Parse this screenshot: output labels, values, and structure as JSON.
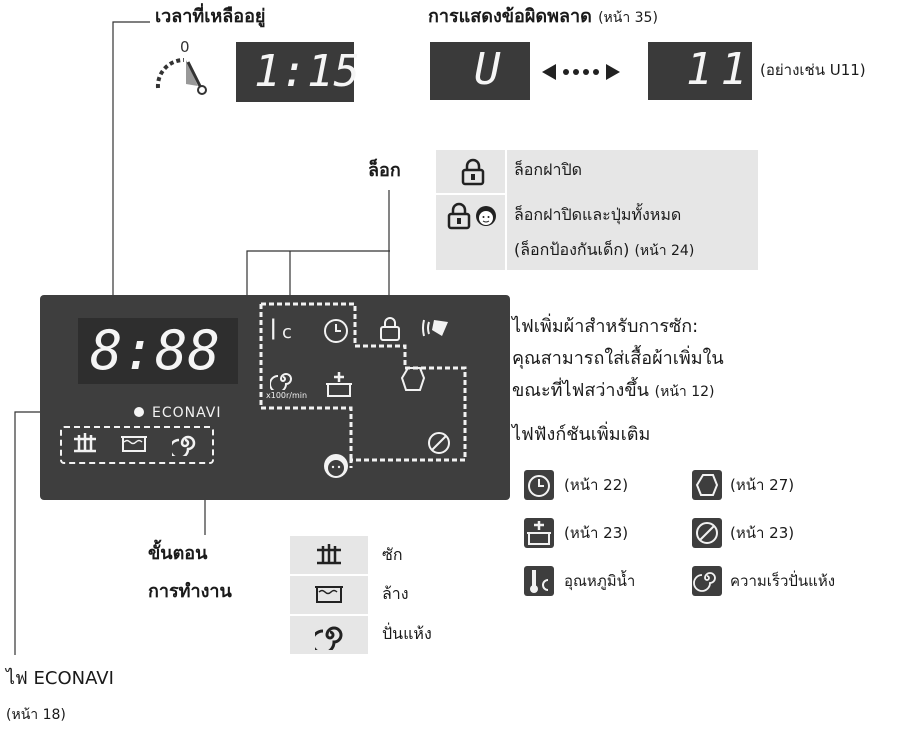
{
  "header": {
    "time_remaining_label": "เวลาที่เหลืออยู่",
    "time_value": "1:15",
    "dial_zero": "0",
    "error_label": "การแสดงข้อผิดพลาด",
    "error_page": "(หน้า 35)",
    "error_left": "U",
    "error_right": "11",
    "error_example": "(อย่างเช่น U11)"
  },
  "lock": {
    "title": "ล็อก",
    "row1": "ล็อกฝาปิด",
    "row2_line1": "ล็อกฝาปิดและปุ่มทั้งหมด",
    "row2_line2": "(ล็อกป้องกันเด็ก)",
    "row2_page": "(หน้า 24)"
  },
  "panel": {
    "display": "8:88",
    "econavi": "ECONAVI",
    "spin_unit": "x100r/min",
    "temp_unit": "c"
  },
  "add_laundry": {
    "line1": "ไฟเพิ่มผ้าสำหรับการซัก:",
    "line2": "คุณสามารถใส่เสื้อผ้าเพิ่มใน",
    "line3": "ขณะที่ไฟสว่างขึ้น",
    "page": "(หน้า 12)"
  },
  "functions": {
    "title": "ไฟฟังก์ชันเพิ่มเติม",
    "items": [
      {
        "icon": "timer-icon",
        "label": "(หน้า 22)"
      },
      {
        "icon": "fabric-icon",
        "label": "(หน้า 27)"
      },
      {
        "icon": "extra-rinse-icon",
        "label": "(หน้า 23)"
      },
      {
        "icon": "tub-clean-icon",
        "label": "(หน้า 23)"
      },
      {
        "icon": "water-temp-icon",
        "label": "อุณหภูมิน้ำ"
      },
      {
        "icon": "spin-speed-icon",
        "label": "ความเร็วปั่นแห้ง"
      }
    ]
  },
  "process": {
    "title_line1": "ขั้นตอน",
    "title_line2": "การทำงาน",
    "items": [
      {
        "icon": "wash-icon",
        "label": "ซัก"
      },
      {
        "icon": "rinse-icon",
        "label": "ล้าง"
      },
      {
        "icon": "spin-icon",
        "label": "ปั่นแห้ง"
      }
    ]
  },
  "econavi_lamp": {
    "label": "ไฟ ECONAVI",
    "page": "(หน้า 18)"
  }
}
